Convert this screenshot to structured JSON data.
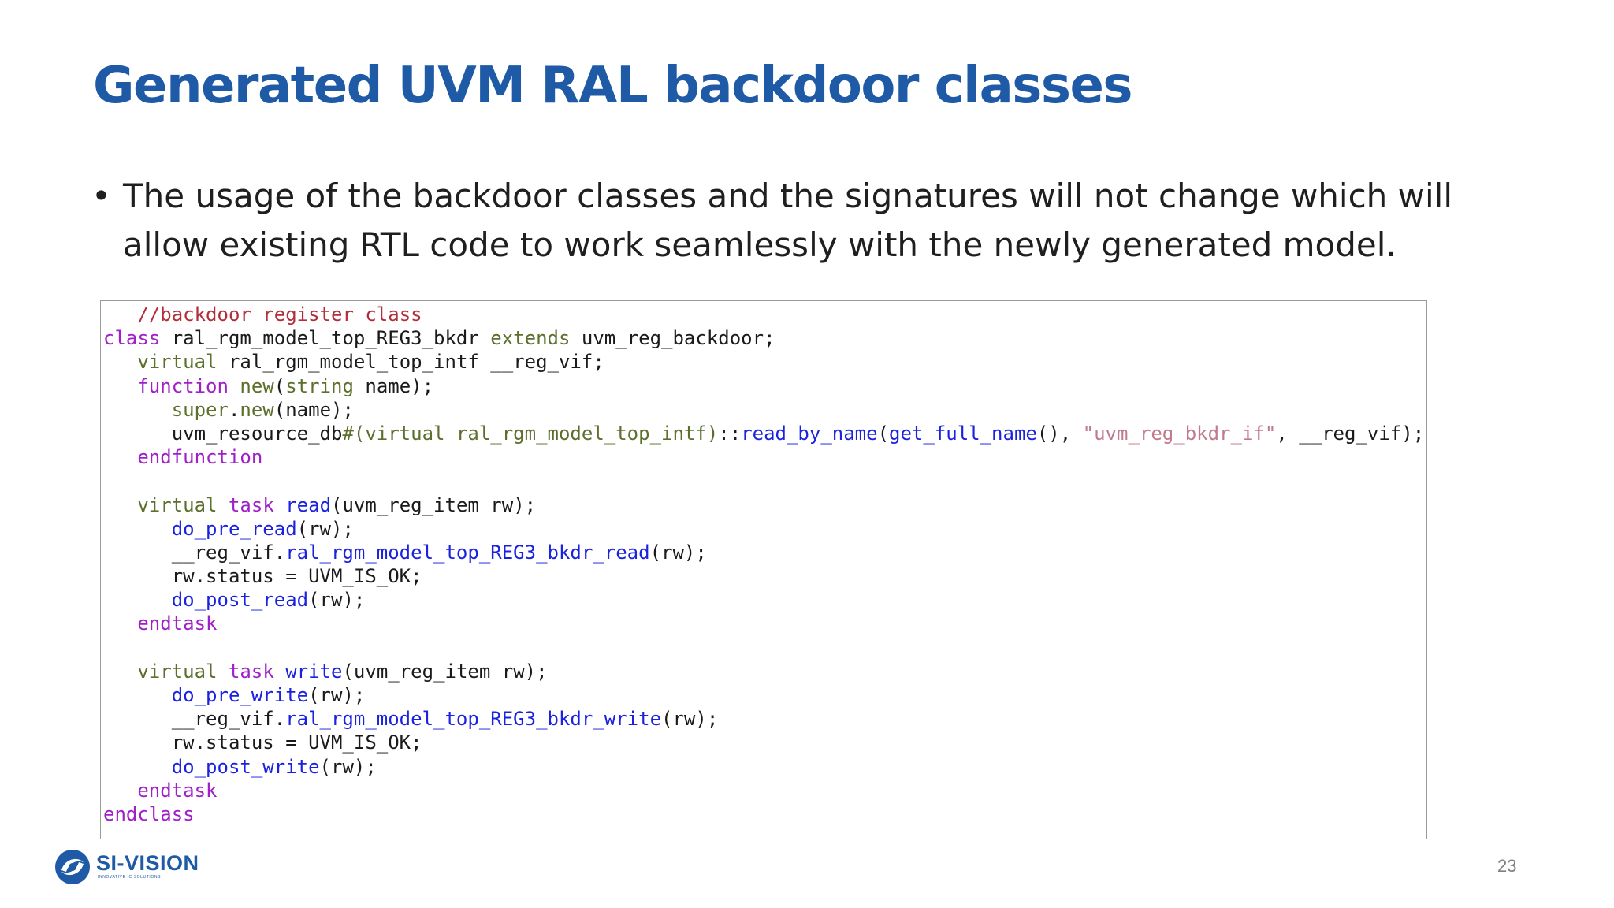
{
  "slide": {
    "title": "Generated UVM RAL backdoor classes",
    "bullet_symbol": "•",
    "bullet_text": "The usage of the backdoor classes and the signatures will not change which will allow existing RTL code to work seamlessly with the newly generated model.",
    "page_number": "23"
  },
  "logo": {
    "name": "SI-VISION",
    "tagline": "INNOVATIVE IC SOLUTIONS"
  },
  "colors": {
    "title_blue": "#1e5aa6",
    "comment": "#b02e3a",
    "keyword": "#a020c8",
    "type": "#5c6f2c",
    "function": "#1a22e0",
    "string": "#c07a8c"
  },
  "code": {
    "lines": [
      [
        {
          "t": "   ",
          "c": "plain"
        },
        {
          "t": "//backdoor register class",
          "c": "comment"
        }
      ],
      [
        {
          "t": "class",
          "c": "keyword"
        },
        {
          "t": " ral_rgm_model_top_REG3_bkdr ",
          "c": "plain"
        },
        {
          "t": "extends",
          "c": "type"
        },
        {
          "t": " uvm_reg_backdoor;",
          "c": "plain"
        }
      ],
      [
        {
          "t": "   ",
          "c": "plain"
        },
        {
          "t": "virtual",
          "c": "type"
        },
        {
          "t": " ral_rgm_model_top_intf __reg_vif;",
          "c": "plain"
        }
      ],
      [
        {
          "t": "   ",
          "c": "plain"
        },
        {
          "t": "function",
          "c": "keyword"
        },
        {
          "t": " ",
          "c": "plain"
        },
        {
          "t": "new",
          "c": "type"
        },
        {
          "t": "(",
          "c": "plain"
        },
        {
          "t": "string",
          "c": "type"
        },
        {
          "t": " name);",
          "c": "plain"
        }
      ],
      [
        {
          "t": "      ",
          "c": "plain"
        },
        {
          "t": "super",
          "c": "type"
        },
        {
          "t": ".",
          "c": "plain"
        },
        {
          "t": "new",
          "c": "type"
        },
        {
          "t": "(name);",
          "c": "plain"
        }
      ],
      [
        {
          "t": "      uvm_resource_db",
          "c": "plain"
        },
        {
          "t": "#(virtual ral_rgm_model_top_intf)",
          "c": "type"
        },
        {
          "t": "::",
          "c": "plain"
        },
        {
          "t": "read_by_name",
          "c": "func"
        },
        {
          "t": "(",
          "c": "plain"
        },
        {
          "t": "get_full_name",
          "c": "func"
        },
        {
          "t": "(), ",
          "c": "plain"
        },
        {
          "t": "\"uvm_reg_bkdr_if\"",
          "c": "string"
        },
        {
          "t": ", __reg_vif);",
          "c": "plain"
        }
      ],
      [
        {
          "t": "   ",
          "c": "plain"
        },
        {
          "t": "endfunction",
          "c": "keyword"
        }
      ],
      [
        {
          "t": "",
          "c": "plain"
        }
      ],
      [
        {
          "t": "   ",
          "c": "plain"
        },
        {
          "t": "virtual",
          "c": "type"
        },
        {
          "t": " ",
          "c": "plain"
        },
        {
          "t": "task",
          "c": "keyword"
        },
        {
          "t": " ",
          "c": "plain"
        },
        {
          "t": "read",
          "c": "func"
        },
        {
          "t": "(uvm_reg_item rw);",
          "c": "plain"
        }
      ],
      [
        {
          "t": "      ",
          "c": "plain"
        },
        {
          "t": "do_pre_read",
          "c": "func"
        },
        {
          "t": "(rw);",
          "c": "plain"
        }
      ],
      [
        {
          "t": "      __reg_vif.",
          "c": "plain"
        },
        {
          "t": "ral_rgm_model_top_REG3_bkdr_read",
          "c": "func"
        },
        {
          "t": "(rw);",
          "c": "plain"
        }
      ],
      [
        {
          "t": "      rw.status = UVM_IS_OK;",
          "c": "plain"
        }
      ],
      [
        {
          "t": "      ",
          "c": "plain"
        },
        {
          "t": "do_post_read",
          "c": "func"
        },
        {
          "t": "(rw);",
          "c": "plain"
        }
      ],
      [
        {
          "t": "   ",
          "c": "plain"
        },
        {
          "t": "endtask",
          "c": "keyword"
        }
      ],
      [
        {
          "t": "",
          "c": "plain"
        }
      ],
      [
        {
          "t": "   ",
          "c": "plain"
        },
        {
          "t": "virtual",
          "c": "type"
        },
        {
          "t": " ",
          "c": "plain"
        },
        {
          "t": "task",
          "c": "keyword"
        },
        {
          "t": " ",
          "c": "plain"
        },
        {
          "t": "write",
          "c": "func"
        },
        {
          "t": "(uvm_reg_item rw);",
          "c": "plain"
        }
      ],
      [
        {
          "t": "      ",
          "c": "plain"
        },
        {
          "t": "do_pre_write",
          "c": "func"
        },
        {
          "t": "(rw);",
          "c": "plain"
        }
      ],
      [
        {
          "t": "      __reg_vif.",
          "c": "plain"
        },
        {
          "t": "ral_rgm_model_top_REG3_bkdr_write",
          "c": "func"
        },
        {
          "t": "(rw);",
          "c": "plain"
        }
      ],
      [
        {
          "t": "      rw.status = UVM_IS_OK;",
          "c": "plain"
        }
      ],
      [
        {
          "t": "      ",
          "c": "plain"
        },
        {
          "t": "do_post_write",
          "c": "func"
        },
        {
          "t": "(rw);",
          "c": "plain"
        }
      ],
      [
        {
          "t": "   ",
          "c": "plain"
        },
        {
          "t": "endtask",
          "c": "keyword"
        }
      ],
      [
        {
          "t": "endclass",
          "c": "keyword"
        }
      ]
    ]
  }
}
